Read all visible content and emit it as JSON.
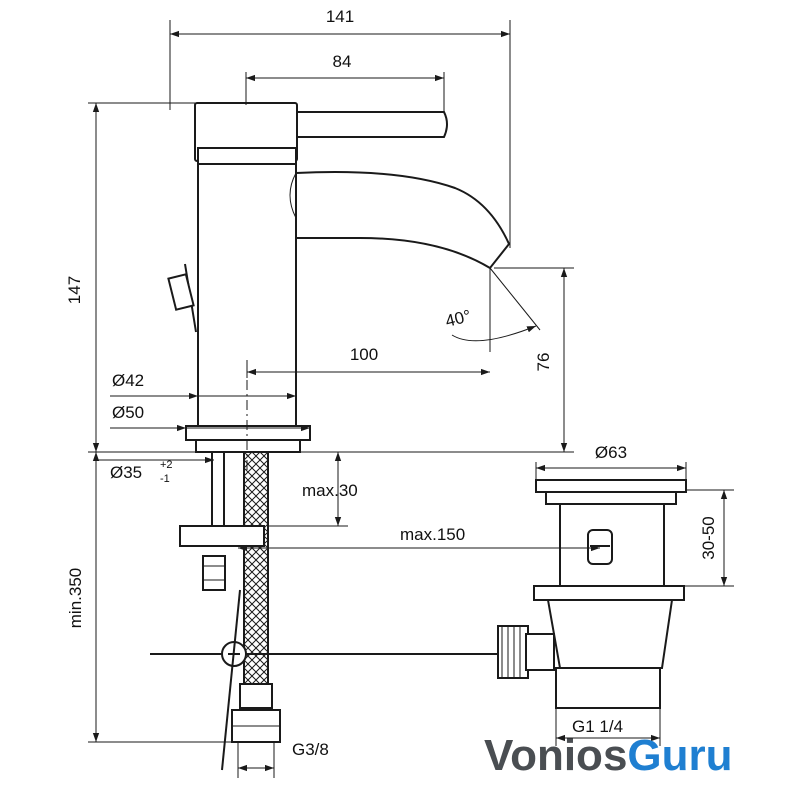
{
  "dimensions": {
    "total_width": "141",
    "lever_length": "84",
    "height": "147",
    "spout_angle": "40°",
    "spout_reach": "100",
    "spout_clearance": "76",
    "body_diameter_small": "Ø42",
    "body_diameter_large": "Ø50",
    "hole_diameter": "Ø35",
    "hole_tolerance_plus": "+2",
    "hole_tolerance_minus": "-1",
    "deck_thickness": "max.30",
    "waste_offset": "max.150",
    "waste_diameter": "Ø63",
    "waste_height": "30-50",
    "min_hose_length": "min.350",
    "inlet_thread": "G3/8",
    "waste_thread": "G1 1/4"
  },
  "logo": {
    "text_part1": "Vonios",
    "text_part2": "Guru"
  },
  "colors": {
    "line": "#1a1a1a",
    "logo_dark": "#4a4e52",
    "logo_accent": "#1f7fd1"
  }
}
